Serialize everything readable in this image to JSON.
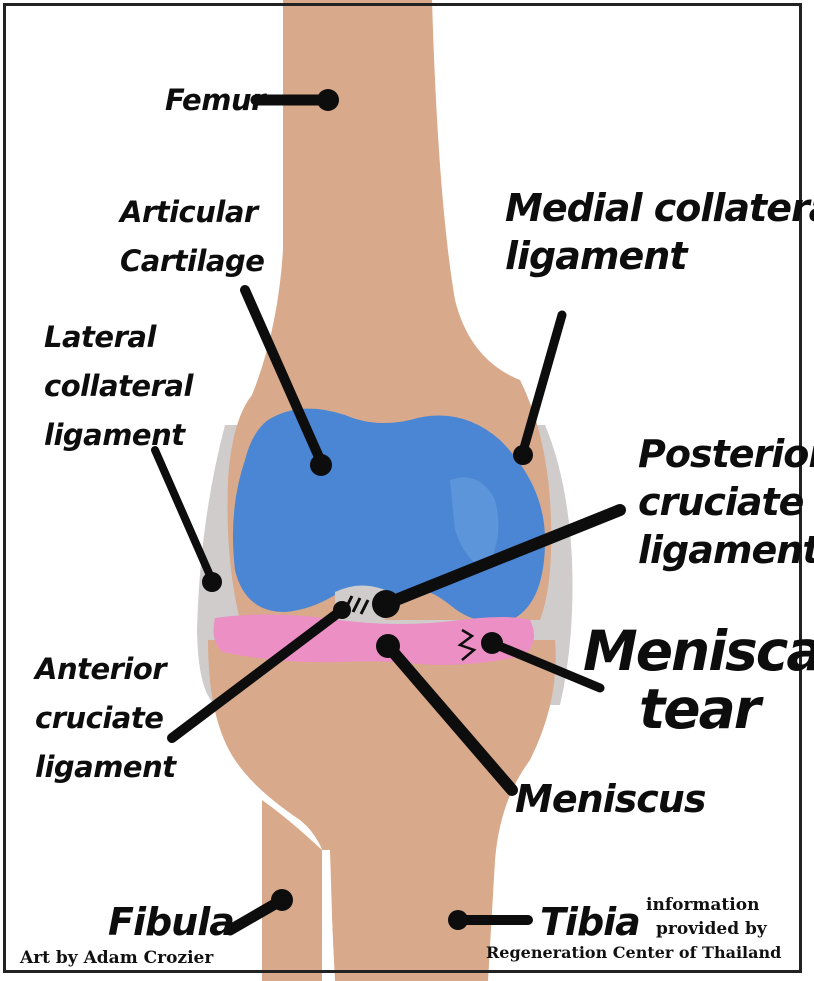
{
  "labels": {
    "femur": "Femur",
    "articular_cartilage_line1": "Articular",
    "articular_cartilage_line2": "Cartilage",
    "medial_collateral_line1": "Medial collateral",
    "medial_collateral_line2": "ligament",
    "lateral_collateral_line1": "Lateral",
    "lateral_collateral_line2": "collateral",
    "lateral_collateral_line3": "ligament",
    "posterior_cruciate_line1": "Posterior",
    "posterior_cruciate_line2": "cruciate",
    "posterior_cruciate_line3": "ligament",
    "meniscal_tear_line1": "Meniscal",
    "meniscal_tear_line2": "tear",
    "anterior_cruciate_line1": "Anterior",
    "anterior_cruciate_line2": "cruciate",
    "anterior_cruciate_line3": "ligament",
    "meniscus": "Meniscus",
    "fibula": "Fibula",
    "tibia": "Tibia"
  },
  "credits": {
    "art": "Art by Adam Crozier",
    "info_line1": "information",
    "info_line2": "provided by",
    "info_line3": "Regeneration Center of Thailand"
  },
  "colors": {
    "bone": "#d8a98a",
    "cartilage": "#4a86d4",
    "meniscus": "#ec8fc4",
    "ligament": "#cfcccb",
    "pointer": "#0d0d0d"
  }
}
